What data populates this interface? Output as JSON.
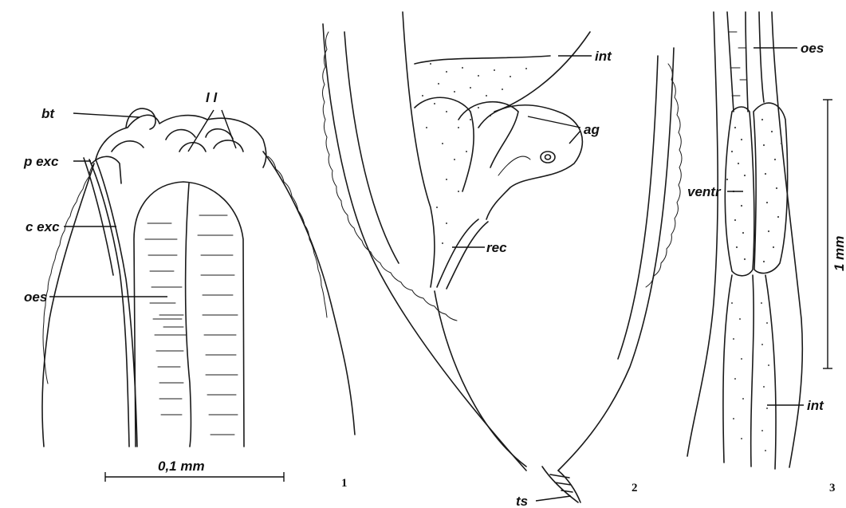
{
  "figures": [
    {
      "number": "1",
      "labels": {
        "bt": "bt",
        "ll": "l l",
        "p_exc": "p exc",
        "c_exc": "c exc",
        "oes": "oes"
      },
      "scale_bar": "0,1 mm"
    },
    {
      "number": "2",
      "labels": {
        "int": "int",
        "ag": "ag",
        "rec": "rec",
        "ts": "ts"
      }
    },
    {
      "number": "3",
      "labels": {
        "oes": "oes",
        "ventr": "ventr",
        "int": "int"
      },
      "scale_bar": "1 mm"
    }
  ]
}
